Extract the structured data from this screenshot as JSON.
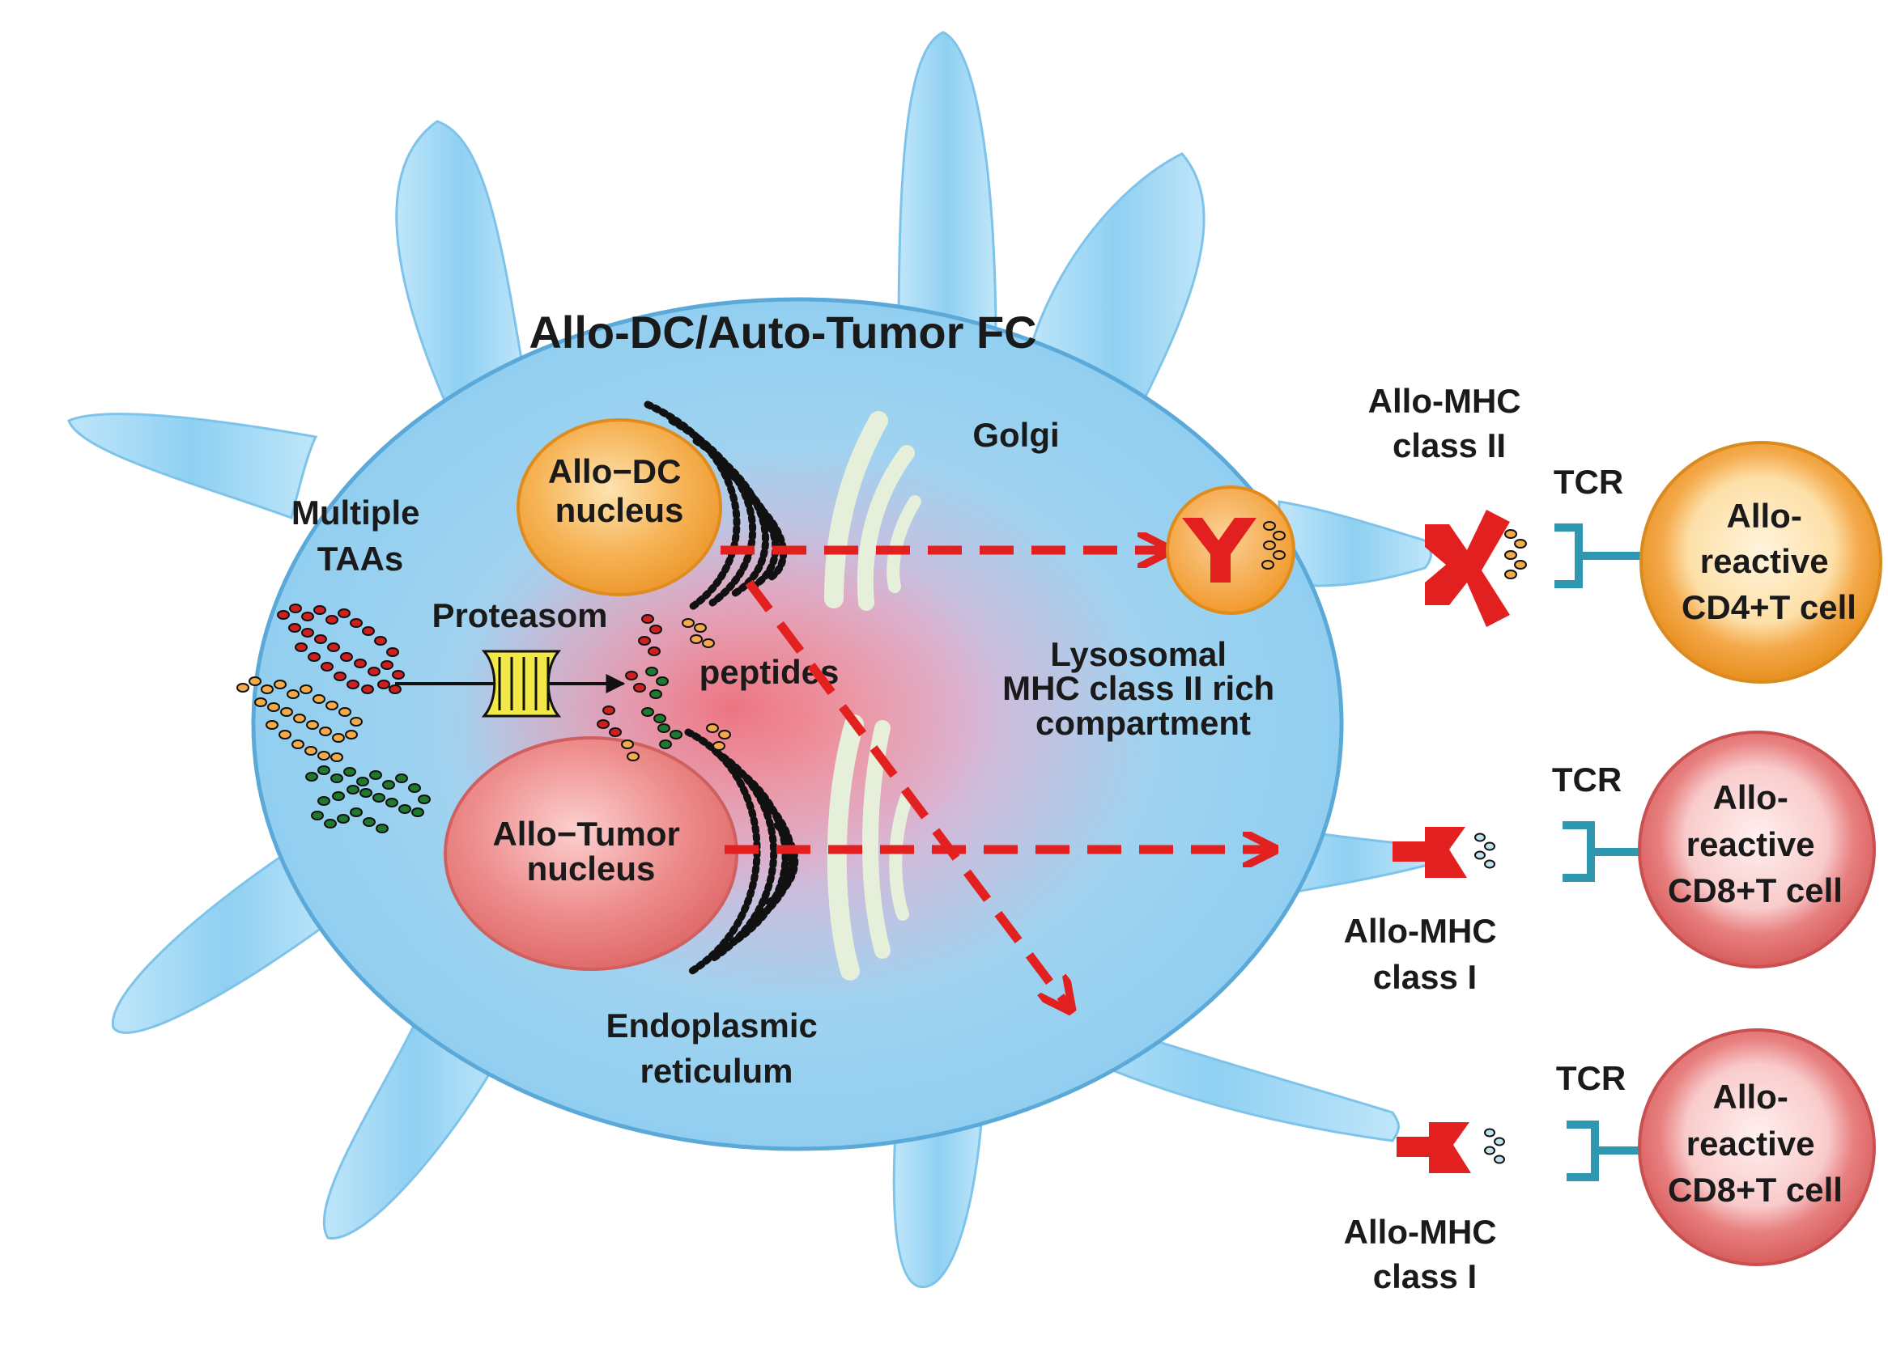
{
  "title": "Allo-DC/Auto-Tumor FC",
  "labels": {
    "dc_nucleus": [
      "Allo−DC",
      "nucleus"
    ],
    "tumor_nucleus": [
      "Allo−Tumor",
      "nucleus"
    ],
    "taas": [
      "Multiple",
      "TAAs"
    ],
    "proteasome": "Proteasom",
    "peptides": "peptides",
    "golgi": "Golgi",
    "er": [
      "Endoplasmic",
      "reticulum"
    ],
    "lysosome": [
      "Lysosomal",
      "MHC class II rich",
      "compartment"
    ],
    "mhc2": [
      "Allo-MHC",
      "class II"
    ],
    "mhc1_a": [
      "Allo-MHC",
      "class I"
    ],
    "mhc1_b": [
      "Allo-MHC",
      "class I"
    ],
    "tcr_1": "TCR",
    "tcr_2": "TCR",
    "tcr_3": "TCR",
    "cd4_cell": [
      "Allo-",
      "reactive",
      "CD4+T cell"
    ],
    "cd8_cell_1": [
      "Allo-",
      "reactive",
      "CD8+T cell"
    ],
    "cd8_cell_2": [
      "Allo-",
      "reactive",
      "CD8+T cell"
    ]
  },
  "colors": {
    "cell_body": "#8fd0f2",
    "cell_edge": "#5aa9d8",
    "dc_nucleus": "#f4a94a",
    "tumor_nucleus": "#e87c7c",
    "mhc": "#e32020",
    "arrow": "#e32020",
    "tcr": "#2f97b0",
    "golgi": "#e8f2dc"
  },
  "icons": {
    "proteasome": "proteasome-barrel-icon",
    "mhc_class_ii": "mhc-class-ii-y-icon",
    "mhc_class_i": "mhc-class-i-icon",
    "tcr": "tcr-fork-icon"
  }
}
